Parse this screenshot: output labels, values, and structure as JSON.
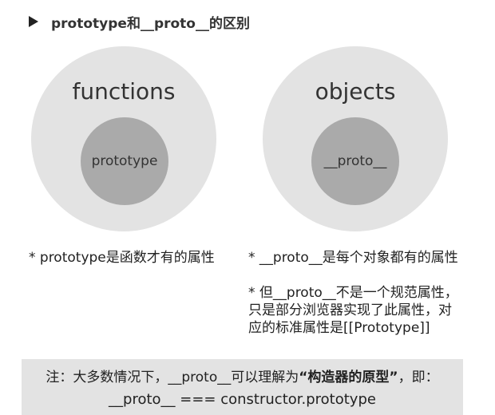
{
  "header": {
    "title": "prototype和__proto__的区别"
  },
  "diagram": {
    "functions": {
      "outer_label": "functions",
      "inner_label": "prototype"
    },
    "objects": {
      "outer_label": "objects",
      "inner_label": "__proto__"
    }
  },
  "notes": {
    "left": "* prototype是函数才有的属性",
    "right": "* __proto__是每个对象都有的属性",
    "extra_lines": [
      "* 但__proto__不是一个规范属性，",
      "只是部分浏览器实现了此属性，对",
      "应的标准属性是[[Prototype]]"
    ]
  },
  "footer": {
    "prefix": "注：大多数情况下，__proto__可以理解为",
    "emphasis": "“构造器的原型”",
    "suffix": "，即：",
    "formula": "__proto__ === constructor.prototype"
  },
  "colors": {
    "outer_circle": "#e3e3e3",
    "inner_circle": "#aaaaaa",
    "footer_bg": "#e3e3e3"
  }
}
